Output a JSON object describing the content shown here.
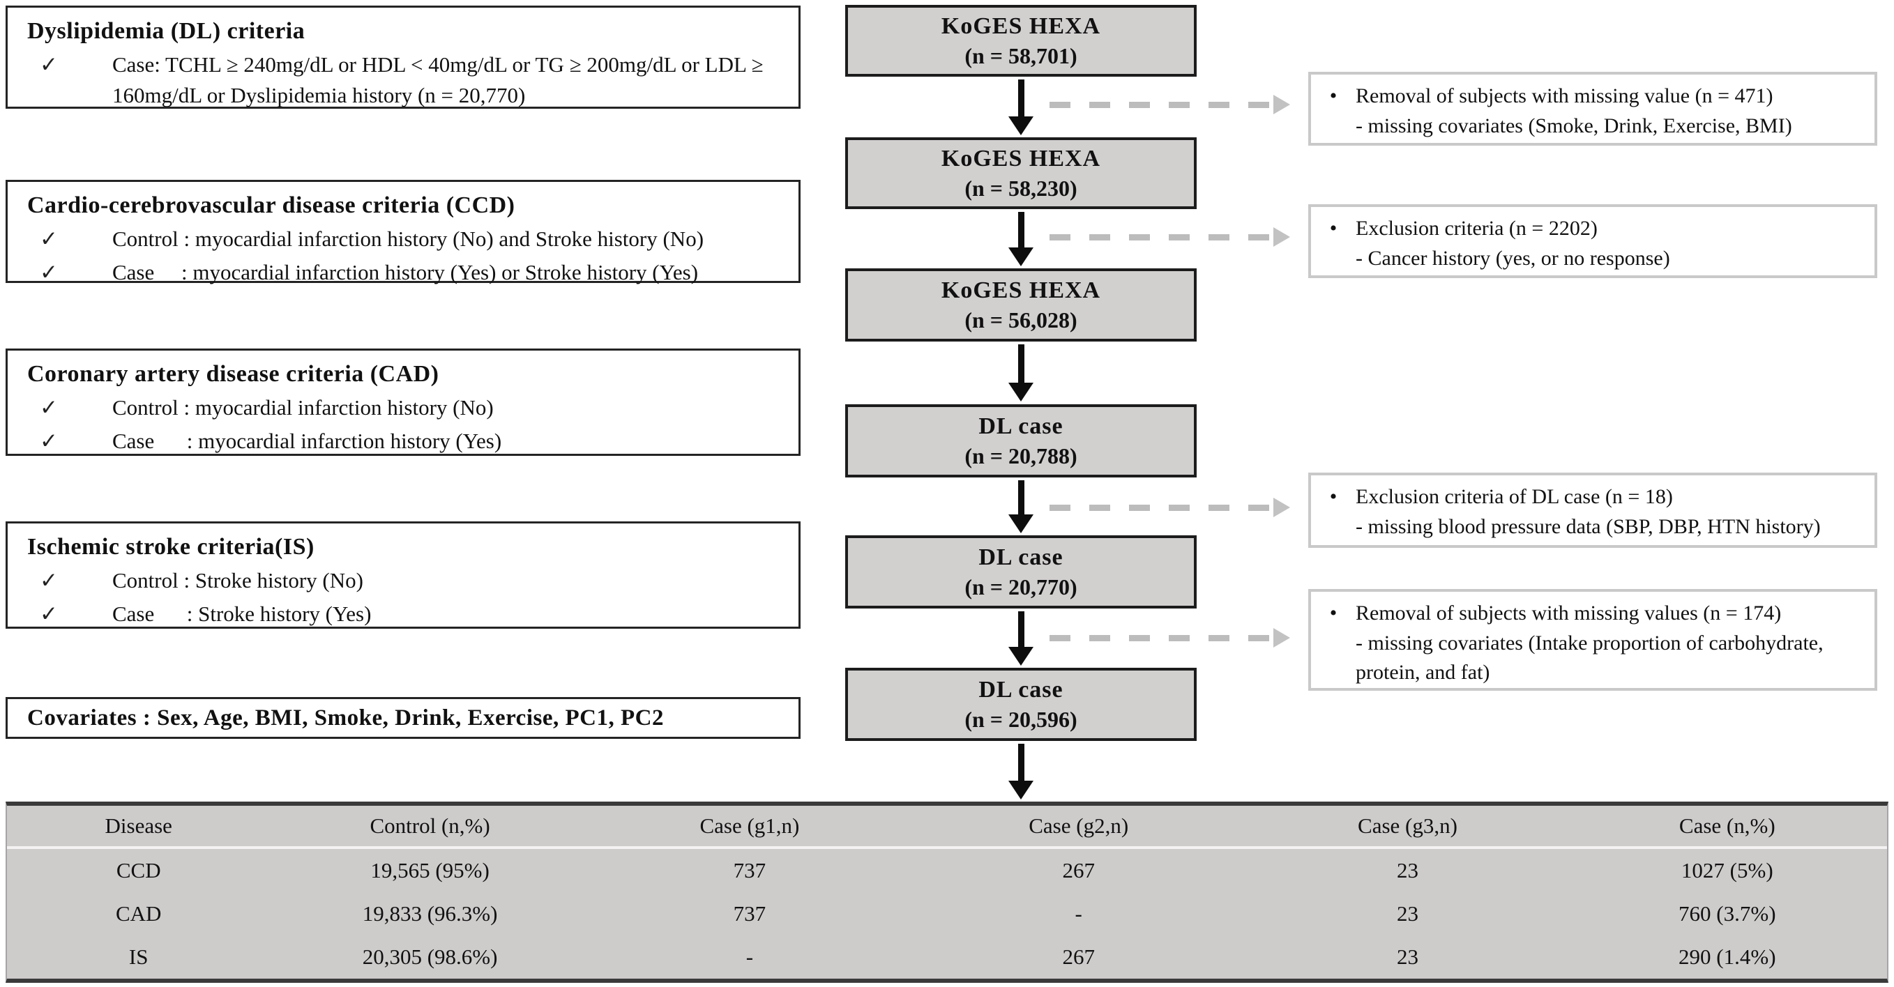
{
  "colors": {
    "flow_box_fill": "#d2cfcf",
    "flow_box_border": "#1c1c1c",
    "criteria_box_border": "#242424",
    "note_box_border": "#c9c9c9",
    "table_background": "#cecbcb",
    "table_border": "#3a3a3a",
    "arrow_black": "#0d0d0d",
    "dashed_arrow_gray": "#bcbcbc",
    "text": "#111111"
  },
  "criteria_boxes": [
    {
      "title": "Dyslipidemia  (DL)  criteria",
      "items": [
        {
          "check": "✓",
          "text": "Case: TCHL ≥ 240mg/dL  or  HDL < 40mg/dL  or TG ≥ 200mg/dL  or LDL ≥ 160mg/dL  or Dyslipidemia  history (n = 20,770)"
        }
      ]
    },
    {
      "title": "Cardio-cerebrovascular  disease criteria (CCD)",
      "items": [
        {
          "check": "✓",
          "text": "Control :  myocardial infarction history (No)  and Stroke history (No)"
        },
        {
          "check": "✓",
          "text": "Case     : myocardial infarction history (Yes)  or Stroke history (Yes)"
        }
      ]
    },
    {
      "title": "Coronary  artery disease criteria (CAD)",
      "items": [
        {
          "check": "✓",
          "text": "Control  :  myocardial  infarction history (No)"
        },
        {
          "check": "✓",
          "text": "Case      :  myocardial  infarction history (Yes)"
        }
      ]
    },
    {
      "title": "Ischemic  stroke criteria(IS)",
      "items": [
        {
          "check": "✓",
          "text": "Control  :  Stroke  history (No)"
        },
        {
          "check": "✓",
          "text": "Case      : Stroke  history (Yes)"
        }
      ]
    }
  ],
  "covariates_box": {
    "text": "Covariates  : Sex, Age, BMI,  Smoke, Drink, Exercise, PC1, PC2"
  },
  "flow_boxes": [
    {
      "title": "KoGES  HEXA",
      "n": "(n = 58,701)"
    },
    {
      "title": "KoGES  HEXA",
      "n": "(n = 58,230)"
    },
    {
      "title": "KoGES  HEXA",
      "n": "(n = 56,028)"
    },
    {
      "title": "DL  case",
      "n": "(n = 20,788)"
    },
    {
      "title": "DL  case",
      "n": "(n = 20,770)"
    },
    {
      "title": "DL  case",
      "n": "(n = 20,596)"
    }
  ],
  "side_notes": [
    {
      "bullet": "•",
      "line1": "Removal of subjects with missing value (n = 471)",
      "line2": "- missing covariates (Smoke, Drink, Exercise, BMI)"
    },
    {
      "bullet": "•",
      "line1": "Exclusion  criteria (n = 2202)",
      "line2": "- Cancer  history (yes, or no response)"
    },
    {
      "bullet": "•",
      "line1": "Exclusion  criteria of DL case (n = 18)",
      "line2": "- missing blood pressure data (SBP, DBP, HTN history)"
    },
    {
      "bullet": "•",
      "line1": "Removal of subjects with missing values (n = 174)",
      "line2": "- missing covariates (Intake proportion of carbohydrate, protein, and fat)"
    }
  ],
  "table": {
    "headers": [
      "Disease",
      "Control (n,%)",
      "Case (g1,n)",
      "Case (g2,n)",
      "Case (g3,n)",
      "Case (n,%)"
    ],
    "rows": [
      [
        "CCD",
        "19,565  (95%)",
        "737",
        "267",
        "23",
        "1027  (5%)"
      ],
      [
        "CAD",
        "19,833  (96.3%)",
        "737",
        "-",
        "23",
        "760  (3.7%)"
      ],
      [
        "IS",
        "20,305  (98.6%)",
        "-",
        "267",
        "23",
        "290  (1.4%)"
      ]
    ]
  }
}
